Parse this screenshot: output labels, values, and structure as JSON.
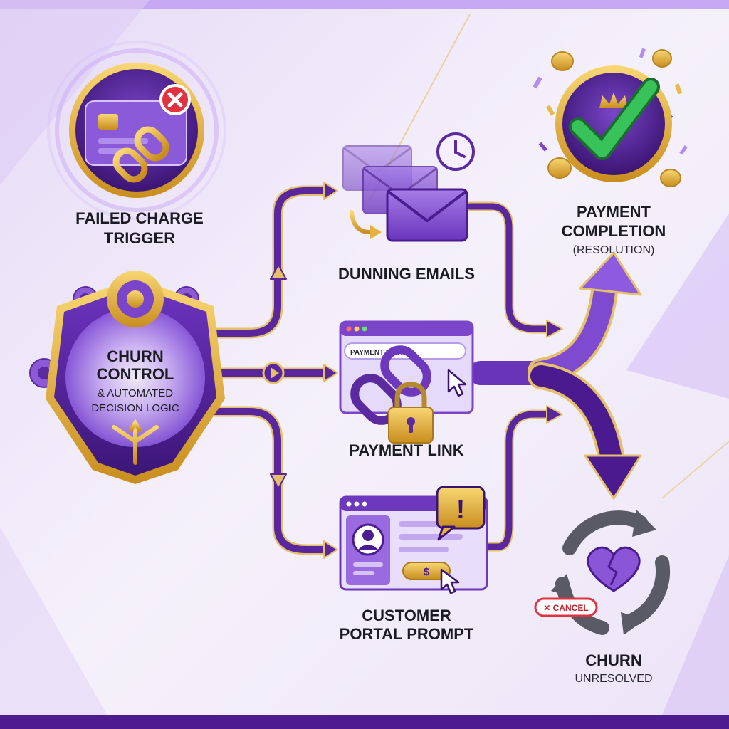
{
  "nodes": {
    "trigger": {
      "title": "FAILED CHARGE TRIGGER"
    },
    "control": {
      "line1": "CHURN",
      "line2": "CONTROL",
      "line3": "& AUTOMATED",
      "line4": "DECISION LOGIC"
    },
    "dunning": {
      "title": "DUNNING EMAILS"
    },
    "payment_link": {
      "title": "PAYMENT LINK",
      "field_text": "PAYMENT LINK"
    },
    "portal": {
      "title_line1": "CUSTOMER",
      "title_line2": "PORTAL PROMPT",
      "dollar": "$",
      "alert": "!"
    },
    "completion": {
      "title_line1": "PAYMENT",
      "title_line2": "COMPLETION",
      "subtitle": "(RESOLUTION)"
    },
    "churn": {
      "title": "CHURN",
      "subtitle": "UNRESOLVED",
      "cancel_badge": "✕ CANCEL"
    }
  },
  "colors": {
    "primary_purple": "#5b2a9e",
    "deep_purple": "#3a1470",
    "light_purple": "#b48cf0",
    "gold": "#e9b949",
    "success_green": "#2fb84f",
    "error_red": "#e0323f"
  }
}
